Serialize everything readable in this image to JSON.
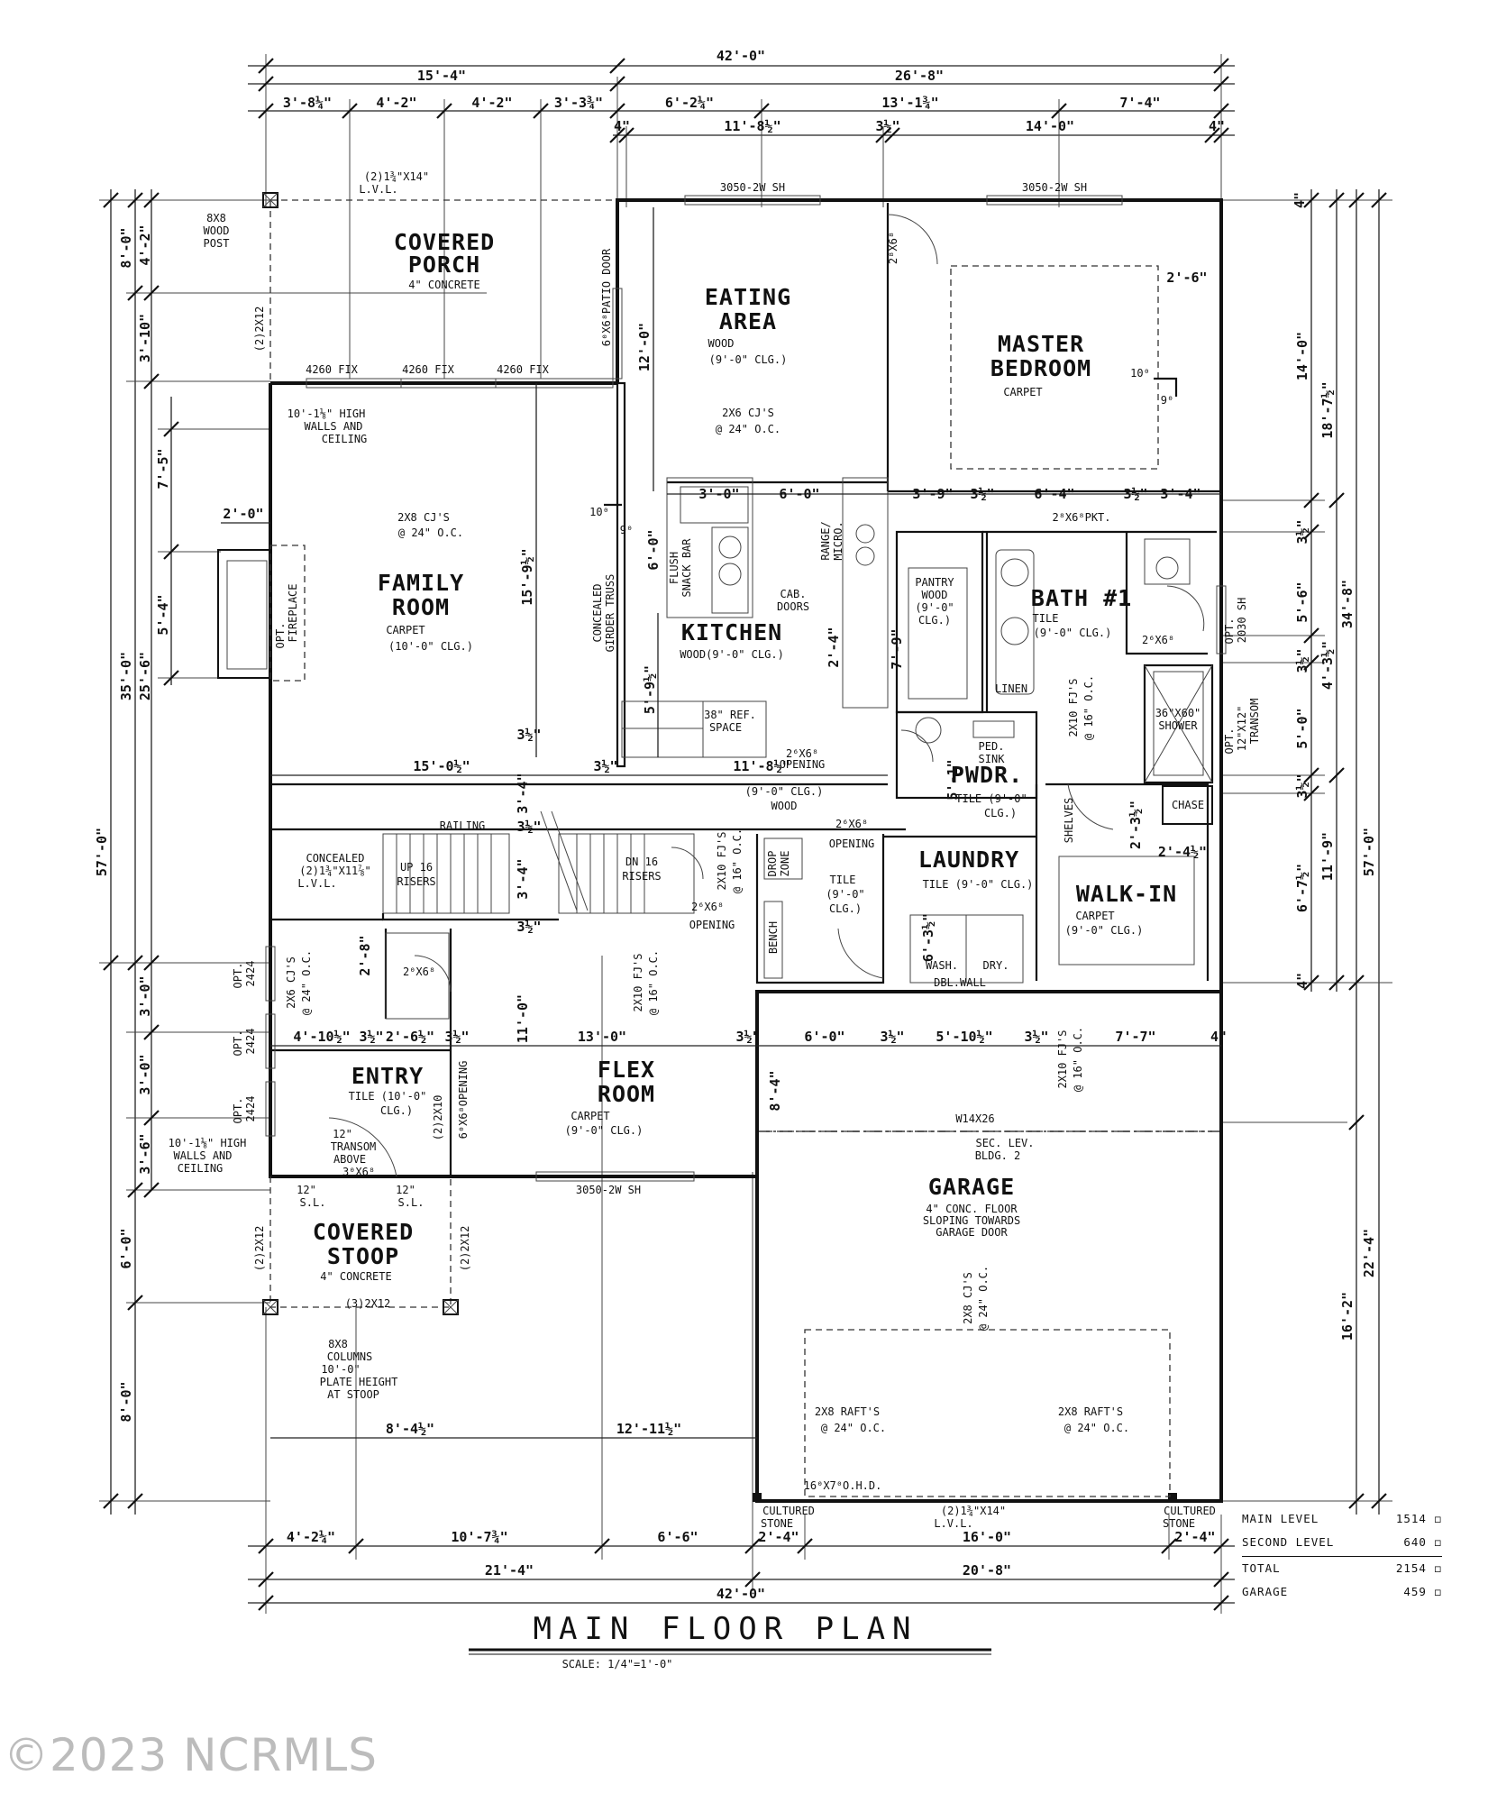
{
  "plan_title": "MAIN FLOOR PLAN",
  "scale": "SCALE: 1/4\"=1'-0\"",
  "watermark": "©2023 NCRMLS",
  "rooms": [
    {
      "id": "covered_porch",
      "name": [
        "COVERED",
        "PORCH"
      ],
      "details": [
        "4\" CONCRETE"
      ]
    },
    {
      "id": "eating_area",
      "name": [
        "EATING",
        "AREA"
      ],
      "details": [
        "WOOD",
        "(9'-0\" CLG.)"
      ]
    },
    {
      "id": "master_bedroom",
      "name": [
        "MASTER",
        "BEDROOM"
      ],
      "details": [
        "CARPET"
      ]
    },
    {
      "id": "family_room",
      "name": [
        "FAMILY",
        "ROOM"
      ],
      "details": [
        "CARPET",
        "(10'-0\" CLG.)"
      ]
    },
    {
      "id": "kitchen",
      "name": [
        "KITCHEN"
      ],
      "details": [
        "WOOD(9'-0\" CLG.)"
      ]
    },
    {
      "id": "bath1",
      "name": [
        "BATH #1"
      ],
      "details": [
        "TILE",
        "(9'-0\" CLG.)"
      ]
    },
    {
      "id": "pwdr",
      "name": [
        "PWDR."
      ],
      "details": [
        "TILE (9'-0\"",
        "CLG.)"
      ]
    },
    {
      "id": "laundry",
      "name": [
        "LAUNDRY"
      ],
      "details": [
        "TILE (9'-0\" CLG.)"
      ]
    },
    {
      "id": "walkin",
      "name": [
        "WALK-IN"
      ],
      "details": [
        "CARPET",
        "(9'-0\" CLG.)"
      ]
    },
    {
      "id": "entry",
      "name": [
        "ENTRY"
      ],
      "details": [
        "TILE (10'-0\"",
        "CLG.)"
      ]
    },
    {
      "id": "flex",
      "name": [
        "FLEX",
        "ROOM"
      ],
      "details": [
        "CARPET",
        "(9'-0\" CLG.)"
      ]
    },
    {
      "id": "garage",
      "name": [
        "GARAGE"
      ],
      "details": [
        "4\" CONC. FLOOR",
        "SLOPING TOWARDS",
        "GARAGE DOOR"
      ]
    },
    {
      "id": "covered_stoop",
      "name": [
        "COVERED",
        "STOOP"
      ],
      "details": [
        "4\" CONCRETE"
      ]
    }
  ],
  "notes": {
    "post": [
      "8X8",
      "WOOD",
      "POST"
    ],
    "porch_beam": [
      "(2)1¾\"X14\"",
      "L.V.L."
    ],
    "porch_side": "(2)2X12",
    "patio_door": "6⁰X6⁸PATIO DOOR",
    "window_fix": "4260 FIX",
    "window_top_left": "3050-2W SH",
    "window_top_right": "3050-2W SH",
    "high_walls": [
      "10'-1⅛\" HIGH",
      "WALLS AND",
      "CEILING"
    ],
    "eating_cj": [
      "2X6 CJ'S",
      "@ 24\" O.C."
    ],
    "master_door": "2⁸X6⁸",
    "family_cj": [
      "2X8 CJ'S",
      "@ 24\" O.C."
    ],
    "fireplace": [
      "OPT.",
      "FIREPLACE"
    ],
    "girder": [
      "CONCEALED",
      "GIRDER TRUSS"
    ],
    "snack_bar": [
      "FLUSH",
      "SNACK BAR"
    ],
    "range": [
      "RANGE/",
      "MICRO."
    ],
    "cab_doors": [
      "CAB.",
      "DOORS"
    ],
    "pantry": [
      "PANTRY",
      "WOOD",
      "(9'-0\"",
      "CLG.)"
    ],
    "ref": [
      "38\" REF.",
      "SPACE"
    ],
    "linen": "LINEN",
    "pkt": "2⁸X6⁸PKT.",
    "bath_door": "2⁶X6⁸",
    "shower": [
      "36\"X60\"",
      "SHOWER"
    ],
    "window_bath": [
      "OPT.",
      "2030 SH"
    ],
    "transom": [
      "OPT.",
      "12\"X12\"",
      "TRANSOM"
    ],
    "bath_fj": [
      "2X10 FJ'S",
      "@ 16\" O.C."
    ],
    "ped_sink": [
      "PED.",
      "SINK"
    ],
    "opening": "OPENING",
    "opening_26": "2⁶X6⁸",
    "wood_clg": [
      "(9'-0\" CLG.)",
      "WOOD"
    ],
    "railing": "RAILING",
    "stair_beam": [
      "CONCEALED",
      "(2)1¾\"X11⅞\"",
      "L.V.L."
    ],
    "up16": [
      "UP 16",
      "RISERS"
    ],
    "dn16": [
      "DN 16",
      "RISERS"
    ],
    "stair_fj": [
      "2X10 FJ'S",
      "@ 16\" O.C."
    ],
    "drop_zone": [
      "DROP",
      "ZONE"
    ],
    "bench": "BENCH",
    "mud_tile": [
      "TILE",
      "(9'-0\"",
      "CLG.)"
    ],
    "shelves": "SHELVES",
    "chase": "CHASE",
    "wash": "WASH.",
    "dry": "DRY.",
    "dbl_wall": "DBL.WALL",
    "entry_cj": [
      "2X6 CJ'S",
      "@ 24\" O.C."
    ],
    "opt_window": [
      "OPT.",
      "2424"
    ],
    "entry_door": "2⁰X6⁸",
    "flex_fj": [
      "2X10 FJ'S",
      "@ 16\" O.C."
    ],
    "entry_beam": "(2)2X10",
    "opening_6068": "6⁰X6⁸OPENING",
    "transom_entry": [
      "12\"",
      "TRANSOM",
      "ABOVE",
      "3⁰X6⁸"
    ],
    "sl": [
      "12\"",
      "S.L."
    ],
    "flex_window": "3050-2W SH",
    "garage_fj": [
      "2X10 FJ'S",
      "@ 16\" O.C."
    ],
    "beam": "W14X26",
    "sec_lev": [
      "SEC. LEV.",
      "BLDG. 2"
    ],
    "garage_cj": [
      "2X8 CJ'S",
      "@ 24\" O.C."
    ],
    "rafts": [
      "2X8 RAFT'S",
      "@ 24\" O.C."
    ],
    "garage_door": "16⁰X7⁰O.H.D.",
    "garage_beam": [
      "(2)1¾\"X14\"",
      "L.V.L."
    ],
    "cultured": [
      "CULTURED",
      "STONE"
    ],
    "stoop_beam": "(3)2X12",
    "stoop_side": "(2)2X12",
    "columns": [
      "8X8",
      "COLUMNS",
      "10'-0\"",
      "PLATE HEIGHT",
      "AT STOOP"
    ]
  },
  "dimensions": {
    "top_total": "42'-0\"",
    "top_left": "15'-4\"",
    "top_right": "26'-8\"",
    "top_row3": [
      "3'-8¼\"",
      "4'-2\"",
      "4'-2\"",
      "3'-3¾\"",
      "6'-2¼\"",
      "13'-1¾\"",
      "7'-4\""
    ],
    "top_row4": [
      "4\"",
      "11'-8½\"",
      "3½\"",
      "14'-0\"",
      "4\""
    ],
    "left": [
      "4'-2\"",
      "8'-0\"",
      "3'-10\"",
      "7'-5\"",
      "5'-4\"",
      "25'-6\"",
      "35'-0\"",
      "57'-0\"",
      "3'-0\"",
      "3'-0\"",
      "3'-6\"",
      "6'-0\"",
      "8'-0\""
    ],
    "right": [
      "4\"",
      "14'-0\"",
      "18'-7½\"",
      "3½\"",
      "5'-6\"",
      "34'-8\"",
      "3½\"",
      "4'-3½\"",
      "5'-0\"",
      "3½\"",
      "11'-9\"",
      "6'-7½\"",
      "57'-0\"",
      "4\"",
      "22'-4\"",
      "16'-2\""
    ],
    "bottom_row1": [
      "4'-2¼\"",
      "10'-7¾\"",
      "6'-6\"",
      "2'-4\"",
      "16'-0\"",
      "2'-4\""
    ],
    "bottom_row2": [
      "21'-4\"",
      "20'-8\""
    ],
    "bottom_total": "42'-0\"",
    "interior": {
      "porch_2": "2'-0\"",
      "eat_12": "12'-0\"",
      "master_26": "2'-6\"",
      "master_10": "10⁰",
      "master_90": "9⁰",
      "kitchen_30": "3'-0\"",
      "kitchen_60": "6'-0\"",
      "k_6": "6'-0\"",
      "k_10": "10⁰",
      "k_9": "9⁰",
      "row_master": [
        "3'-9\"",
        "3½\"",
        "6'-4\"",
        "3½\"",
        "3'-4\""
      ],
      "family_h": "15'-9½\"",
      "kitchen_h": "5'-9½\"",
      "k_24": "2'-4\"",
      "k_79": "7'-9\"",
      "family_w": "15'-0½\"",
      "fam_34": "3'-4\"",
      "fam_35": "3½\"",
      "k_row": [
        "3½\"",
        "11'-8½\""
      ],
      "p_5": "5'-1\"",
      "p_23": "2'-3½\"",
      "w_24": "2'-4½\"",
      "st_35": "3½\"",
      "st_34": "3'-4\"",
      "st_35b": "3½\"",
      "en_28": "2'-8\"",
      "fl_11": "11'-0\"",
      "l_63": "6'-3½\"",
      "row_entry": [
        "4'-10½\"",
        "3½\"",
        "2'-6½\"",
        "3½\"",
        "13'-0\"",
        "3½\"",
        "6'-0\"",
        "3½\"",
        "5'-10½\"",
        "3½\"",
        "7'-7\"",
        "4\""
      ],
      "g_84": "8'-4\"",
      "g_row": [
        "8'-4½\"",
        "12'-11½\""
      ]
    }
  },
  "area_summary": [
    {
      "label": "MAIN LEVEL",
      "value": "1514 ◻"
    },
    {
      "label": "SECOND LEVEL",
      "value": "640 ◻"
    },
    {
      "label": "TOTAL",
      "value": "2154 ◻"
    },
    {
      "label": "GARAGE",
      "value": "459 ◻"
    }
  ]
}
